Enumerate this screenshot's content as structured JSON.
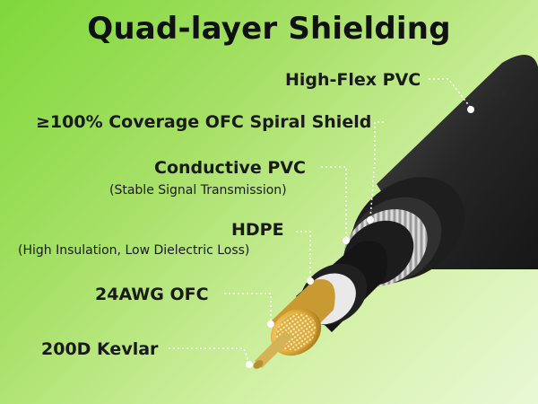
{
  "title": "Quad-layer Shielding",
  "layers": [
    {
      "label": "High-Flex PVC",
      "sublabel": ""
    },
    {
      "label": "≥100% Coverage OFC Spiral Shield",
      "sublabel": ""
    },
    {
      "label": "Conductive PVC",
      "sublabel": "(Stable Signal Transmission)"
    },
    {
      "label": "HDPE",
      "sublabel": "(High Insulation, Low Dielectric Loss)"
    },
    {
      "label": "24AWG OFC",
      "sublabel": ""
    },
    {
      "label": "200D Kevlar",
      "sublabel": ""
    }
  ],
  "colors": {
    "jacket": "#2b2b2b",
    "shield": "#b8b8b8",
    "copper": "#e0b140",
    "kevlar": "#c9a44a",
    "leader": "#ffffff"
  }
}
